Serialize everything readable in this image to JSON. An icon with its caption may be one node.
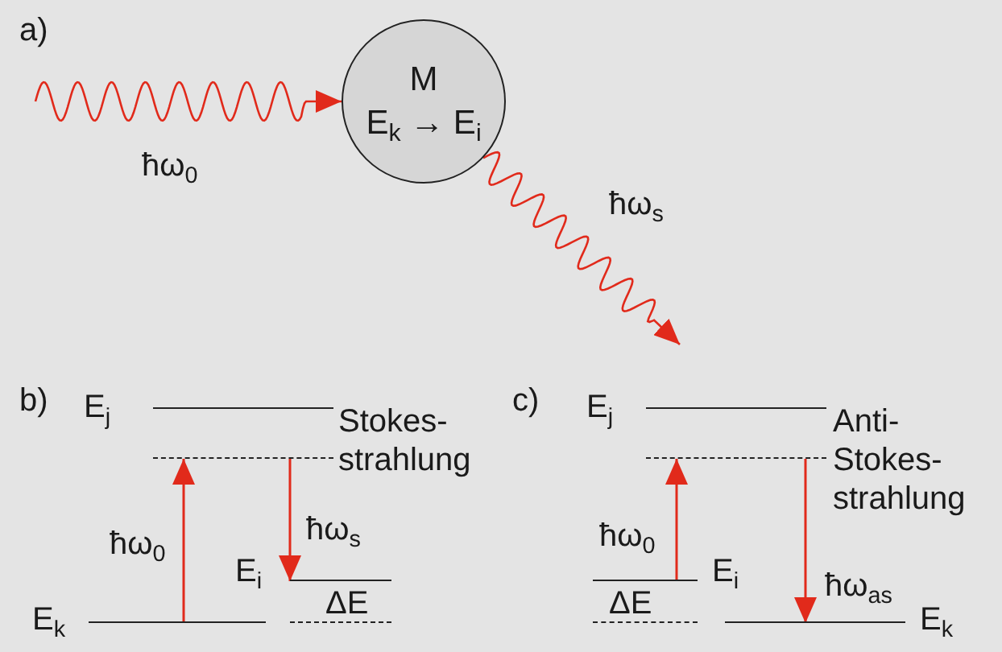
{
  "diagram": {
    "nodes": [
      {
        "text": [
          "M",
          "E$_{k}$ → E$_{i}$"
        ]
      },
      {
        "text": [],
        "shape": "bar",
        "beside": [
          "E$_{j}$"
        ]
      },
      {
        "text": [],
        "shape": "bar"
      },
      {
        "text": [],
        "shape": "bar",
        "beside": [
          "E$_{i}$"
        ]
      },
      {
        "text": [],
        "shape": "bar"
      },
      {
        "text": [],
        "shape": "bar",
        "beside": [
          "E$_{k}$"
        ]
      },
      {
        "text": [],
        "shape": "bar",
        "beside": [
          "E$_{j}$"
        ]
      },
      {
        "text": [],
        "shape": "bar"
      },
      {
        "text": [],
        "shape": "bar",
        "beside": [
          "E$_{i}$"
        ]
      },
      {
        "text": [],
        "shape": "bar"
      },
      {
        "text": [],
        "shape": "bar",
        "beside": [
          "E$_{k}$"
        ]
      }
    ],
    "edges": [
      {
        "from": null,
        "to": 0,
        "arrow": "to",
        "label": "ħω$_{0}$"
      },
      {
        "from": 0,
        "to": null,
        "arrow": "to",
        "label": "ħω$_{s}$"
      },
      {
        "from": 5,
        "to": 2,
        "arrow": "to",
        "label": "ħω$_{0}$"
      },
      {
        "from": 2,
        "to": 3,
        "arrow": "to",
        "label": "ħω$_{s}$"
      },
      {
        "from": 8,
        "to": 7,
        "arrow": "to",
        "label": "ħω$_{0}$"
      },
      {
        "from": 7,
        "to": 10,
        "arrow": "to",
        "label": "ħω$_{as}$"
      }
    ],
    "labels": [
      "a)",
      "b)",
      "c)",
      "Stokes- strahlung",
      "ΔE",
      "Anti- Stokes- strahlung",
      "ΔE"
    ]
  }
}
